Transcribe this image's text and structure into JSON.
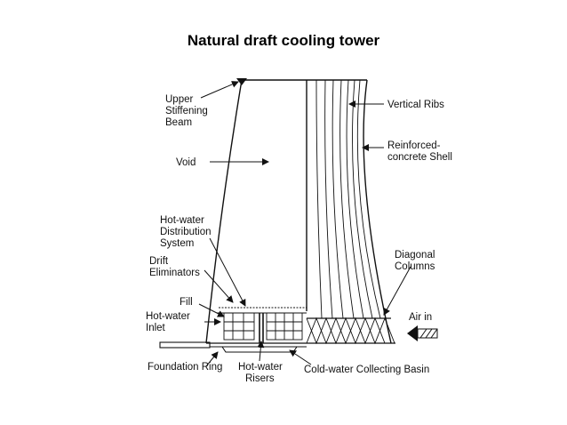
{
  "title": "Natural draft cooling tower",
  "labels": {
    "upper_stiffening_beam": [
      "Upper",
      "Stiffening",
      "Beam"
    ],
    "void": "Void",
    "hot_water_distribution": [
      "Hot-water",
      "Distribution",
      "System"
    ],
    "drift_eliminators": [
      "Drift",
      "Eliminators"
    ],
    "fill": "Fill",
    "hot_water_inlet": [
      "Hot-water",
      "Inlet"
    ],
    "foundation_ring": "Foundation Ring",
    "hot_water_risers": [
      "Hot-water",
      "Risers"
    ],
    "cold_water_basin": "Cold-water Collecting Basin",
    "vertical_ribs": "Vertical Ribs",
    "reinforced_shell": [
      "Reinforced-",
      "concrete Shell"
    ],
    "diagonal_columns": [
      "Diagonal",
      "Columns"
    ],
    "air_in": "Air in"
  }
}
